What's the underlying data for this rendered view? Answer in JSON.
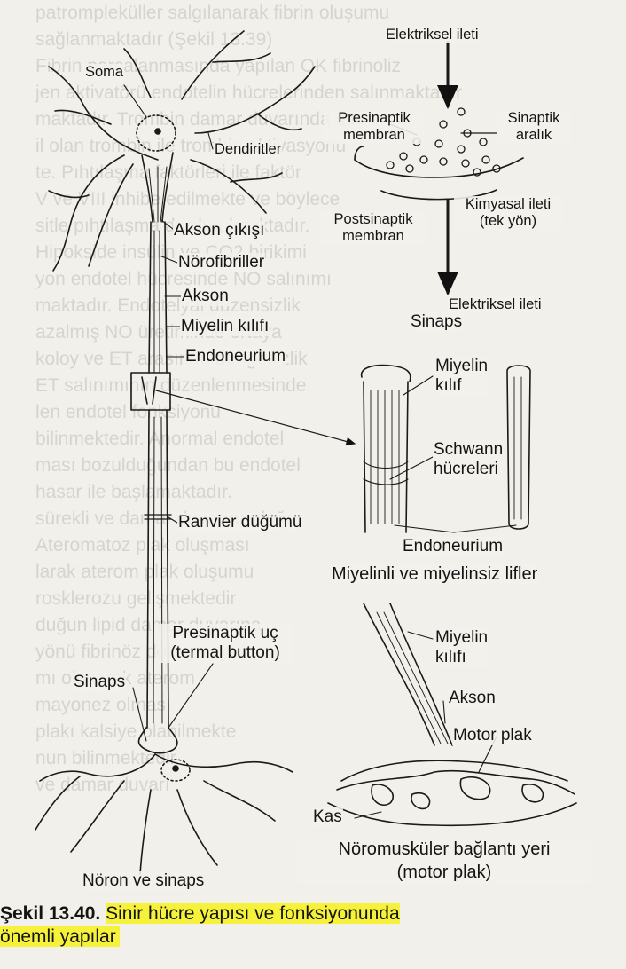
{
  "diagram": {
    "labels": {
      "soma": "Soma",
      "dendrites": "Dendiritler",
      "axon_hillock": "Akson çıkışı",
      "neurofibrils": "Nörofibriller",
      "axon": "Akson",
      "myelin_sheath": "Miyelin kılıfı",
      "endoneurium": "Endoneurium",
      "ranvier_node": "Ranvier düğümü",
      "presynaptic_terminal_1": "Presinaptik uç",
      "presynaptic_terminal_2": "(termal button)",
      "synapse_left": "Sinaps",
      "neuron_and_synapse": "Nöron ve sinaps",
      "electrical_signal_top": "Elektriksel ileti",
      "presynaptic_membrane_1": "Presinaptik",
      "presynaptic_membrane_2": "membran",
      "synaptic_cleft_1": "Sinaptik",
      "synaptic_cleft_2": "aralık",
      "chemical_signal_1": "Kimyasal ileti",
      "chemical_signal_2": "(tek yön)",
      "postsynaptic_membrane_1": "Postsinaptik",
      "postsynaptic_membrane_2": "membran",
      "electrical_signal_bottom": "Elektriksel ileti",
      "synapse_title": "Sinaps",
      "myelin_1": "Miyelin",
      "myelin_2": "kılıf",
      "schwann_1": "Schwann",
      "schwann_2": "hücreleri",
      "endoneurium_fibers": "Endoneurium",
      "fibers_title": "Miyelinli ve miyelinsiz lifler",
      "nmj_myelin_1": "Miyelin",
      "nmj_myelin_2": "kılıfı",
      "nmj_axon": "Akson",
      "motor_plate": "Motor plak",
      "muscle": "Kas",
      "nmj_title_1": "Nöromusküler bağlantı yeri",
      "nmj_title_2": "(motor plak)"
    }
  },
  "caption": {
    "number": "Şekil 13.40.",
    "text_line1": "Sinir hücre yapısı ve fonksiyonunda",
    "text_line2": "önemli yapılar"
  },
  "background_text": [
    "patrompleküller salgılanarak fibrin oluşumu",
    "sağlanmaktadır (Şekil 13.39)",
    "Fibrin parçalanmasında yapılan OK fibrinoliz",
    "jen aktivatörü endotelin hücrelerinden salınmaktadır",
    "maktadır. Trombin damar duvarında tük-",
    "il olan trombin ile trombin aktivasyonu",
    "te. Pıhtılaşma faktörleri ile faktör",
    "V ve VIII inhibe edilmekte ve böylece",
    "sitle pıhtılaşma durdurulmaktadır.",
    "Hipokside insülin ve CO2 birikimi",
    "yon endotel hücresinde NO salınımı",
    "maktadır. Endotelyal düzensizlik",
    "azalmış NO üretiminde ortaya",
    "koloy ve ET arasında dengesizlik",
    "ET salınımının düzenlenmesinde",
    "len endotel fonksiyonu",
    "bilinmektedir. Anormal endotel",
    "ması bozulduğundan bu endotel",
    "hasar ile başlamaktadır.",
    "sürekli ve damar duvarına doğru",
    "Ateromatoz plak oluşması",
    "larak aterom plak oluşumu",
    "rosklerozu gelişmektedir",
    "duğun lipid damar duvarına",
    "yönü fibrinöz dokuya",
    "mı oluşarak aterom",
    "mayonez olması",
    "plakı kalsiye olabilmekte",
    "nun bilinmektedir",
    "ve damar duvarı"
  ]
}
